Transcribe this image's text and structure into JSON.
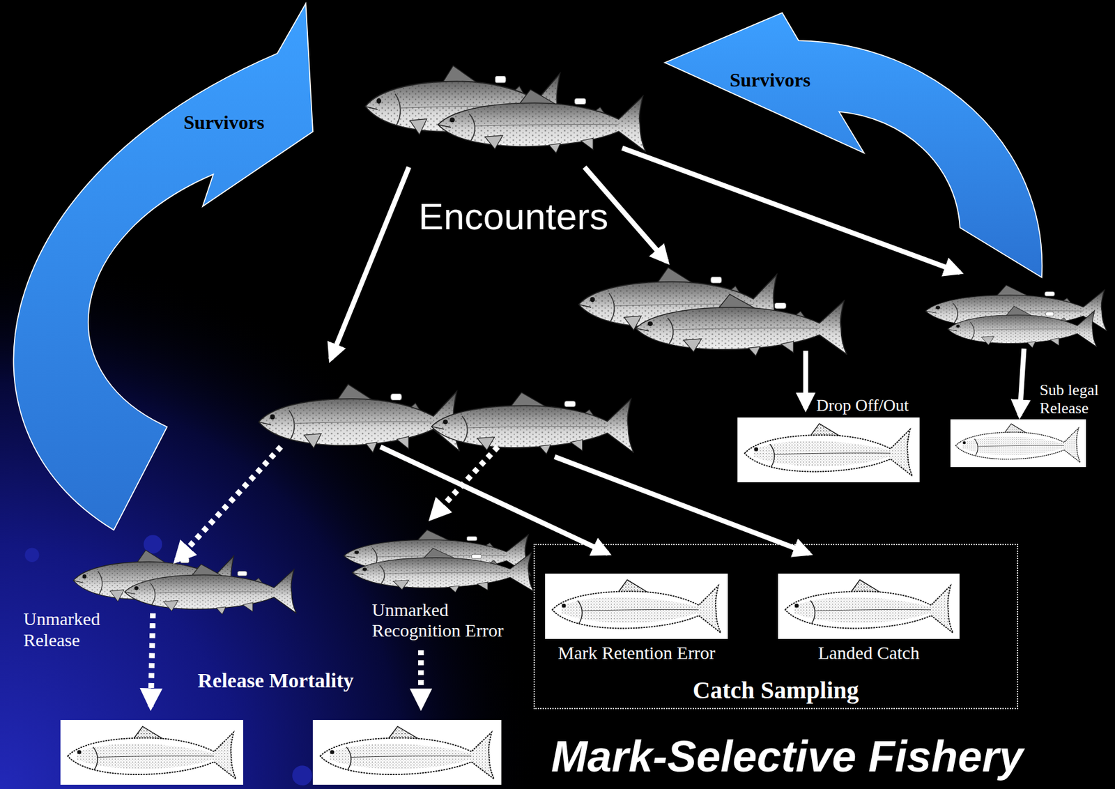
{
  "diagram": {
    "title": "Mark-Selective Fishery",
    "nodes": [
      {
        "text": [
          "Survivors"
        ]
      },
      {
        "text": [
          "Survivors"
        ]
      },
      {
        "text": [
          "Drop Off/Out"
        ]
      },
      {
        "text": [
          "Sub legal Release"
        ]
      },
      {
        "text": [
          "Unmarked Release"
        ]
      },
      {
        "text": [
          "Unmarked Recognition Error"
        ]
      },
      {
        "text": [
          "Catch Sampling"
        ]
      },
      {
        "text": [
          "Mark Retention Error"
        ],
        "in": 6
      },
      {
        "text": [
          "Landed Catch"
        ],
        "in": 6
      }
    ],
    "labels": [
      "Encounters",
      "Release Mortality"
    ]
  }
}
